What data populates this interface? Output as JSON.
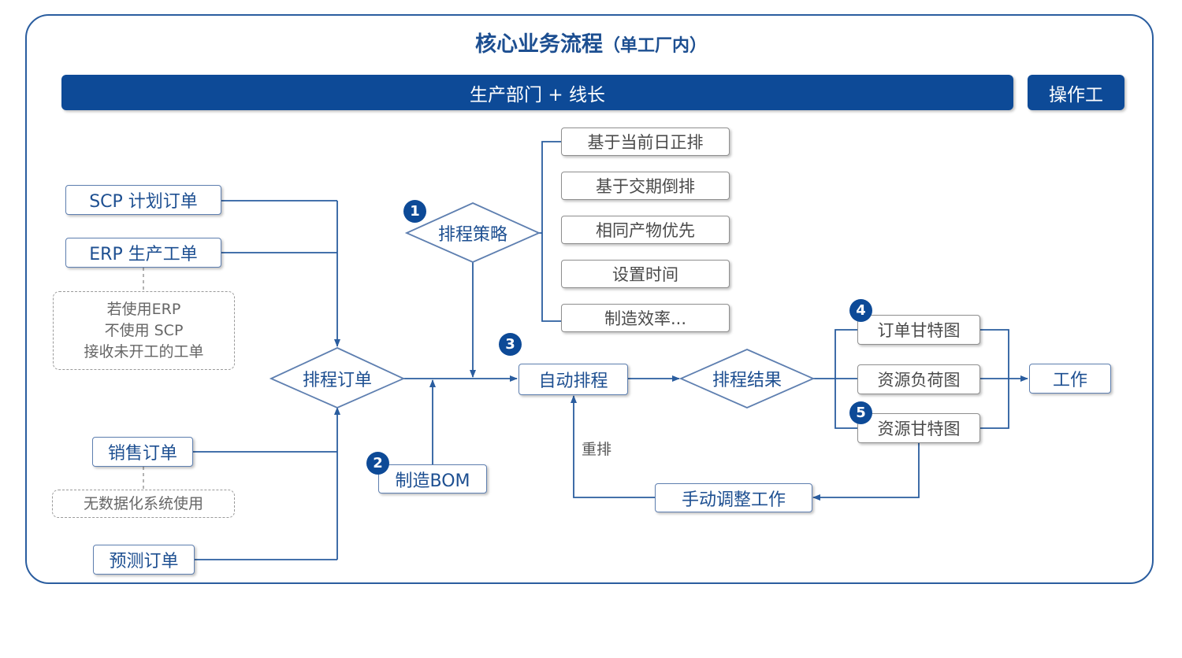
{
  "title": {
    "main": "核心业务流程",
    "sub": "（单工厂内）"
  },
  "banners": {
    "production": "生产部门 + 线长",
    "operator": "操作工"
  },
  "inputs": {
    "scp": "SCP 计划订单",
    "erp": "ERP 生产工单",
    "erp_note": [
      "若使用ERP",
      "不使用 SCP",
      "接收未开工的工单"
    ],
    "sales": "销售订单",
    "sales_note": "无数据化系统使用",
    "forecast": "预测订单"
  },
  "nodes": {
    "schedule_orders": "排程订单",
    "strategy": "排程策略",
    "bom": "制造BOM",
    "auto_schedule": "自动排程",
    "schedule_result": "排程结果",
    "manual_adjust": "手动调整工作",
    "reschedule": "重排",
    "work": "工作"
  },
  "strategies": [
    "基于当前日正排",
    "基于交期倒排",
    "相同产物优先",
    "设置时间",
    "制造效率..."
  ],
  "outputs": [
    "订单甘特图",
    "资源负荷图",
    "资源甘特图"
  ],
  "badges": [
    "1",
    "2",
    "3",
    "4",
    "5"
  ],
  "colors": {
    "primary": "#0d4a97",
    "line": "#2a5d9f",
    "note_border": "#9a9a9a"
  }
}
